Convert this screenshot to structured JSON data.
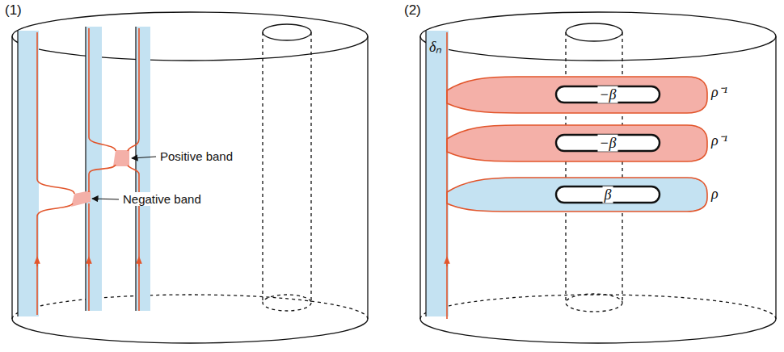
{
  "diagram": {
    "labels": [
      "(1)",
      "(2)",
      "Positive band",
      "Negative band",
      "δₙ",
      "−β",
      "ρ⁻¹",
      "−β",
      "ρ⁻¹",
      "β",
      "ρ"
    ]
  }
}
